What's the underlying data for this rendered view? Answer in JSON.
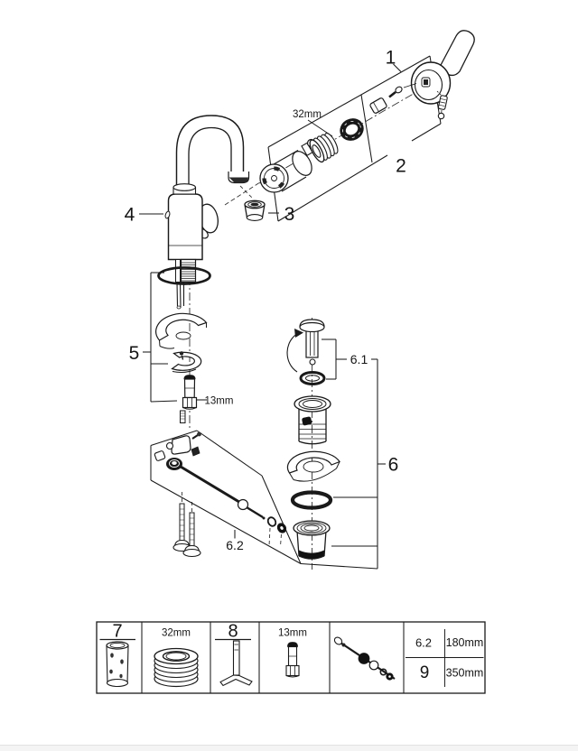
{
  "colors": {
    "line": "#1a1a1a",
    "dark_fill": "#141414",
    "footer_strip": "#f4f4f4"
  },
  "diagram": {
    "labels": {
      "part1": "1",
      "part2": "2",
      "part3": "3",
      "part4": "4",
      "part5": "5",
      "part6": "6",
      "part6_1": "6.1",
      "part6_2": "6.2"
    },
    "dimensions": {
      "cartridge_cap_size": "32mm",
      "mounting_bolt_size": "13mm"
    }
  },
  "table": {
    "cells": {
      "tool7_label": "7",
      "ring_size": "32mm",
      "tool8_label": "8",
      "bolt_size": "13mm"
    },
    "specs": [
      {
        "ref": "6.2",
        "length": "180mm"
      },
      {
        "ref": "9",
        "length": "350mm"
      }
    ]
  }
}
